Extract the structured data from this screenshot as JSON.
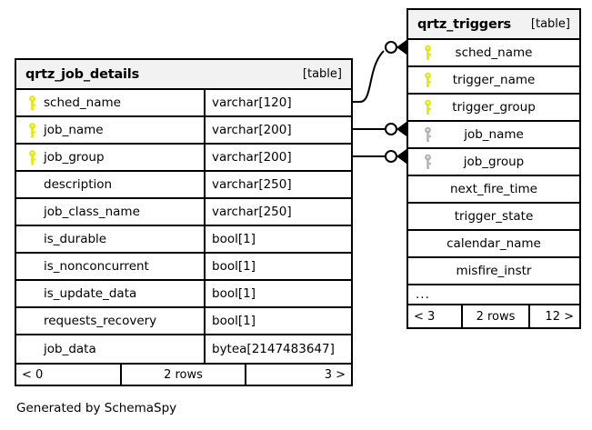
{
  "diagram": {
    "caption": "Generated by SchemaSpy",
    "colors": {
      "primary_key": "#e6e600",
      "foreign_key": "#b3b3b3",
      "header_bg": "#f2f2f2",
      "border": "#000000",
      "background": "#ffffff"
    }
  },
  "tables": [
    {
      "id": "qrtz_job_details",
      "name": "qrtz_job_details",
      "tag": "[table]",
      "columns": [
        {
          "name": "sched_name",
          "type": "varchar[120]",
          "key": "primary"
        },
        {
          "name": "job_name",
          "type": "varchar[200]",
          "key": "primary"
        },
        {
          "name": "job_group",
          "type": "varchar[200]",
          "key": "primary"
        },
        {
          "name": "description",
          "type": "varchar[250]",
          "key": "none"
        },
        {
          "name": "job_class_name",
          "type": "varchar[250]",
          "key": "none"
        },
        {
          "name": "is_durable",
          "type": "bool[1]",
          "key": "none"
        },
        {
          "name": "is_nonconcurrent",
          "type": "bool[1]",
          "key": "none"
        },
        {
          "name": "is_update_data",
          "type": "bool[1]",
          "key": "none"
        },
        {
          "name": "requests_recovery",
          "type": "bool[1]",
          "key": "none"
        },
        {
          "name": "job_data",
          "type": "bytea[2147483647]",
          "key": "none"
        }
      ],
      "has_ellipsis": false,
      "footer": {
        "prev": "< 0",
        "count": "2 rows",
        "next": "3 >"
      }
    },
    {
      "id": "qrtz_triggers",
      "name": "qrtz_triggers",
      "tag": "[table]",
      "columns": [
        {
          "name": "sched_name",
          "type": "",
          "key": "primary"
        },
        {
          "name": "trigger_name",
          "type": "",
          "key": "primary"
        },
        {
          "name": "trigger_group",
          "type": "",
          "key": "primary"
        },
        {
          "name": "job_name",
          "type": "",
          "key": "foreign"
        },
        {
          "name": "job_group",
          "type": "",
          "key": "foreign"
        },
        {
          "name": "next_fire_time",
          "type": "",
          "key": "none"
        },
        {
          "name": "trigger_state",
          "type": "",
          "key": "none"
        },
        {
          "name": "calendar_name",
          "type": "",
          "key": "none"
        },
        {
          "name": "misfire_instr",
          "type": "",
          "key": "none"
        }
      ],
      "has_ellipsis": true,
      "ellipsis": "...",
      "footer": {
        "prev": "< 3",
        "count": "2 rows",
        "next": "12 >"
      }
    }
  ],
  "relationships": [
    {
      "from_table": "qrtz_job_details",
      "from_column": "sched_name",
      "to_table": "qrtz_triggers",
      "to_column": "sched_name",
      "style": "curved"
    },
    {
      "from_table": "qrtz_job_details",
      "from_column": "job_name",
      "to_table": "qrtz_triggers",
      "to_column": "job_name",
      "style": "straight"
    },
    {
      "from_table": "qrtz_job_details",
      "from_column": "job_group",
      "to_table": "qrtz_triggers",
      "to_column": "job_group",
      "style": "straight"
    }
  ]
}
